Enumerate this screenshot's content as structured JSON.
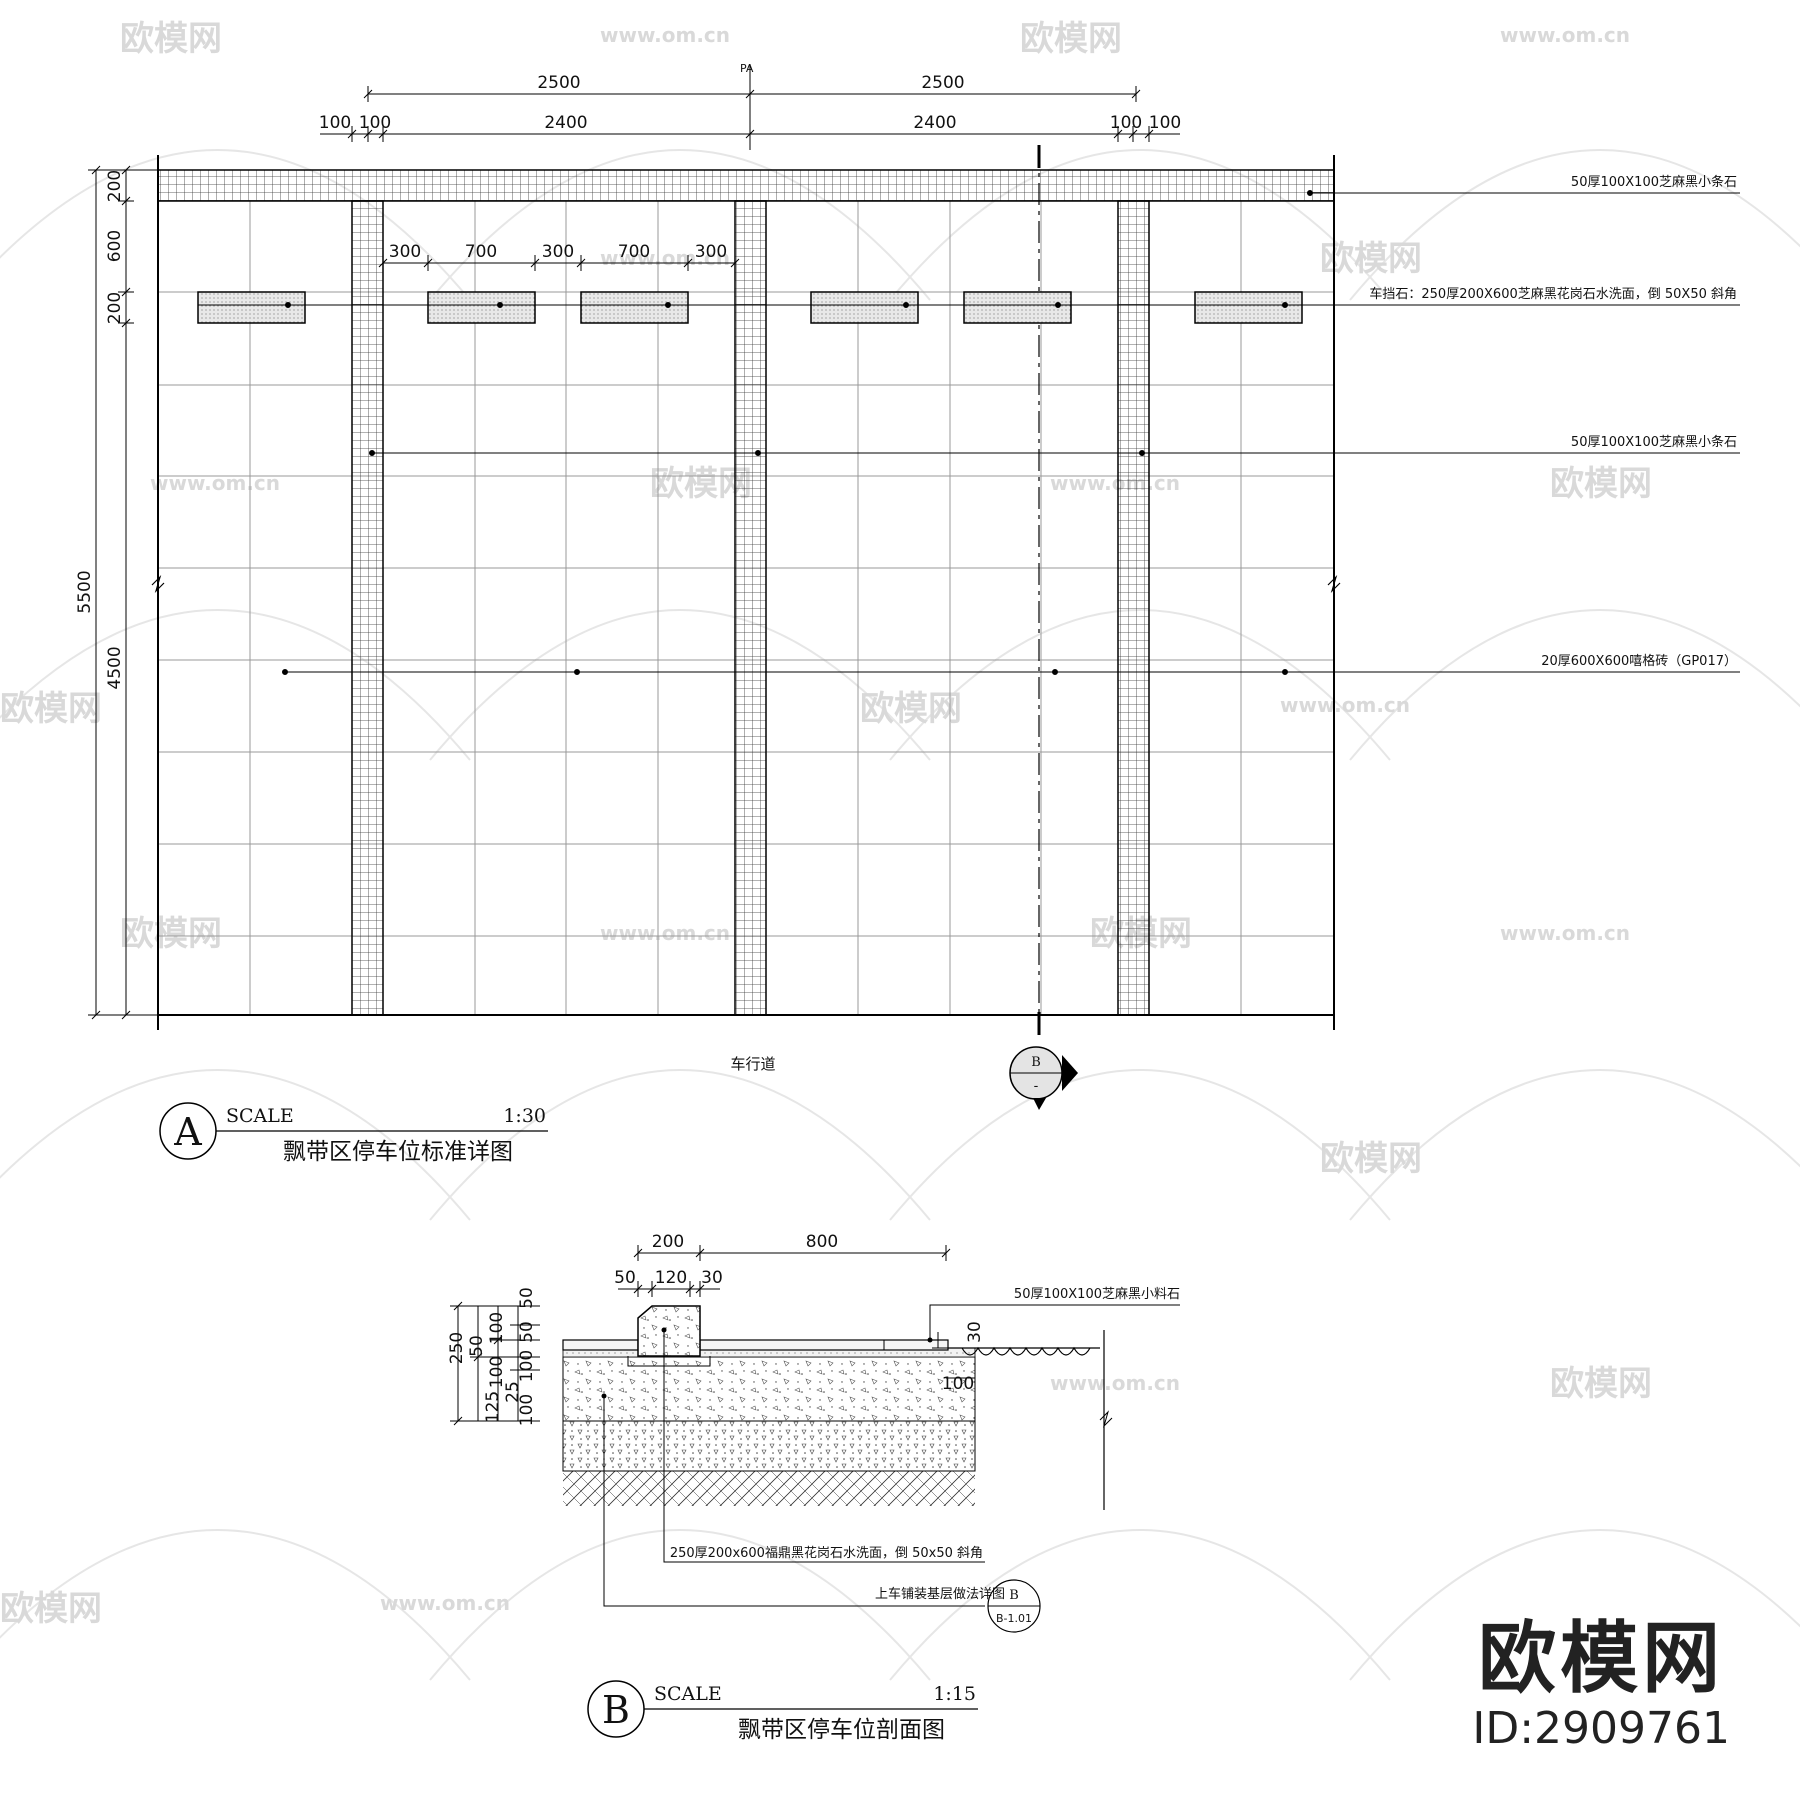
{
  "dims_top": {
    "overall_left": "2500",
    "overall_right": "2500",
    "axis": "PA",
    "edge1": "100",
    "edge2": "100",
    "inner_left": "2400",
    "inner_right": "2400",
    "edge3": "100",
    "edge4": "100"
  },
  "dims_stops": {
    "s1": "300",
    "s2": "700",
    "s3": "300",
    "s4": "700",
    "s5": "300"
  },
  "dims_left": {
    "d200a": "200",
    "d600": "600",
    "d200b": "200",
    "d5500": "5500",
    "d4500": "4500"
  },
  "plan_labels": {
    "stone_top": "50厚100X100芝麻黑小条石",
    "wheel_stop": "车挡石：250厚200X600芝麻黑花岗石水洗面，倒 50X50 斜角",
    "stone_mid": "50厚100X100芝麻黑小条石",
    "tile": "20厚600X600嘻格砖（GP017）",
    "roadway": "车行道",
    "cut_letter": "B",
    "cut_ref": "-"
  },
  "title_a": {
    "letter": "A",
    "scale_word": "SCALE",
    "scale": "1:30",
    "name": "飘带区停车位标准详图"
  },
  "section": {
    "d200": "200",
    "d800": "800",
    "d50": "50",
    "d120": "120",
    "d30": "30",
    "label_stone": "50厚100X100芝麻黑小料石",
    "d30b": "30",
    "d100r": "100",
    "l250": "250",
    "l125": "125",
    "l50a": "50",
    "l100a": "100",
    "l50b": "50",
    "l100b": "100",
    "l50c": "50",
    "l100c": "100",
    "l25": "25",
    "l100d": "100",
    "label_curb": "250厚200x600福鼎黑花岗石水洗面，倒 50x50 斜角",
    "label_base": "上车铺装基层做法详图",
    "ref_letter": "B",
    "ref_sheet": "B-1.01"
  },
  "title_b": {
    "letter": "B",
    "scale_word": "SCALE",
    "scale": "1:15",
    "name": "飘带区停车位剖面图"
  },
  "watermarks": {
    "brand": "欧模网",
    "url": "www.om.cn"
  },
  "brand": {
    "name": "欧模网",
    "id": "ID:2909761"
  }
}
